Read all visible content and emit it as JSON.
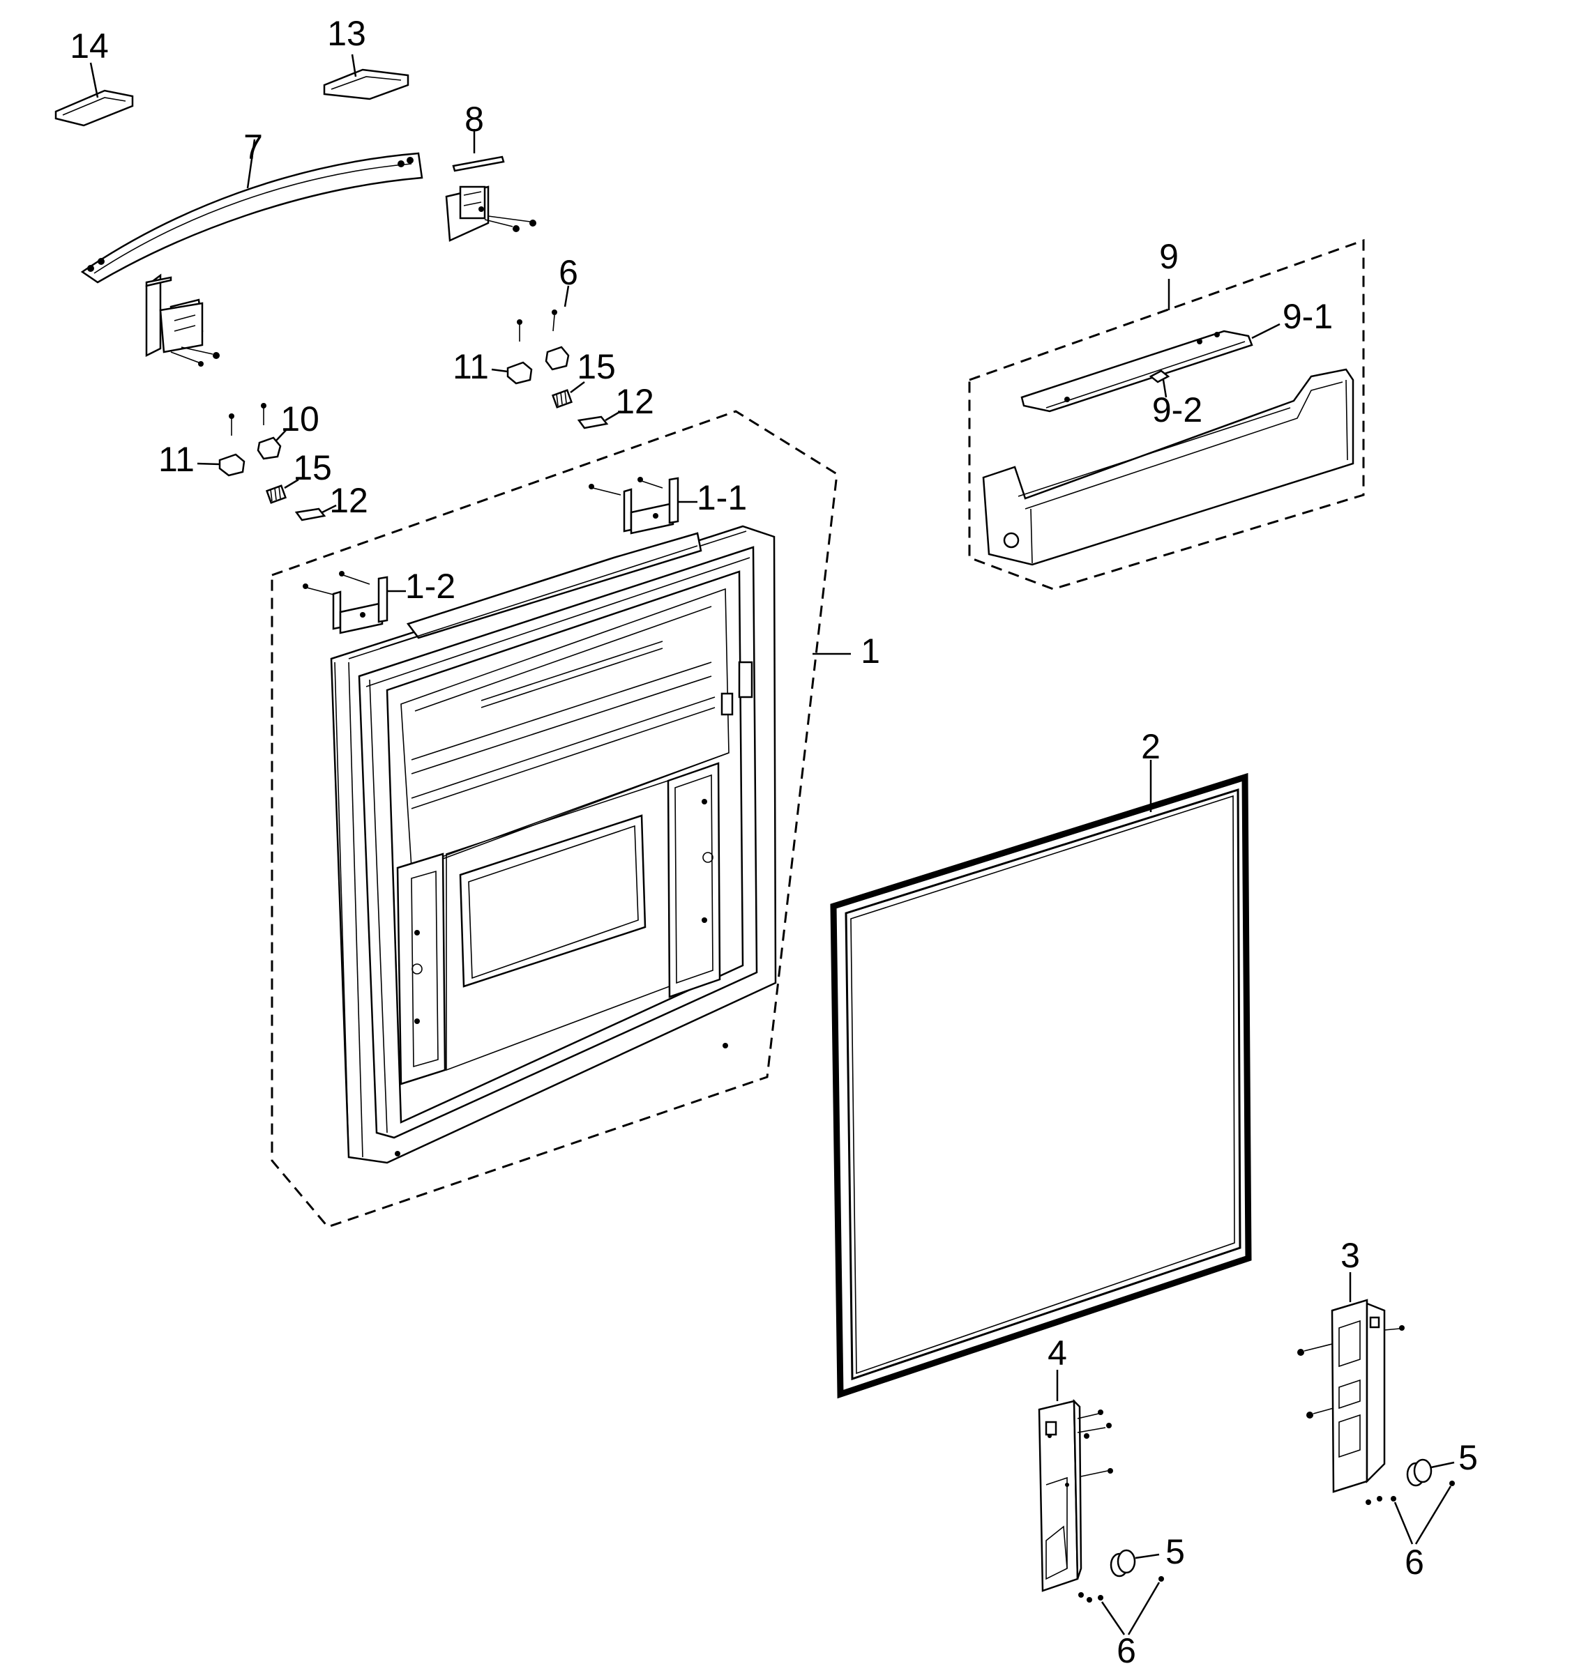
{
  "callouts": {
    "c14": "14",
    "c13": "13",
    "c7": "7",
    "c8": "8",
    "c6_top": "6",
    "c11_upper": "11",
    "c15_upper": "15",
    "c12_upper": "12",
    "c10": "10",
    "c11_lower": "11",
    "c15_lower": "15",
    "c12_lower": "12",
    "c1_1": "1-1",
    "c1_2": "1-2",
    "c1": "1",
    "c9": "9",
    "c9_1": "9-1",
    "c9_2": "9-2",
    "c2": "2",
    "c3": "3",
    "c4": "4",
    "c5_right": "5",
    "c5_left": "5",
    "c6_right": "6",
    "c6_left": "6"
  }
}
